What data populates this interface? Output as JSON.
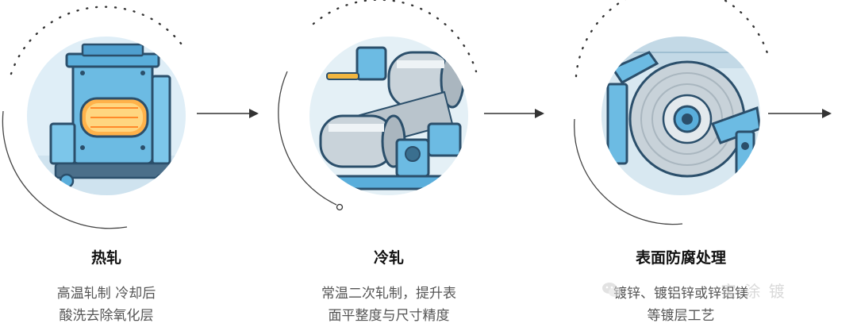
{
  "steps": [
    {
      "title": "热轧",
      "desc_line1": "高温轧制 冷却后",
      "desc_line2": "酸洗去除氧化层",
      "image_icon": "hot-rolling-machine"
    },
    {
      "title": "冷轧",
      "desc_line1": "常温二次轧制，提升表",
      "desc_line2": "面平整度与尺寸精度",
      "image_icon": "cold-rolling-rollers"
    },
    {
      "title": "表面防腐处理",
      "desc_line1": "镀锌、镀铝锌或锌铝镁",
      "desc_line2": "等镀层工艺",
      "image_icon": "steel-coil-coating"
    }
  ],
  "watermark": {
    "text": "实 涂 镀",
    "icon": "wechat-icon"
  },
  "colors": {
    "accent": "#5eb3dc",
    "arrow": "#333333",
    "title": "#111111",
    "desc": "#555555"
  }
}
